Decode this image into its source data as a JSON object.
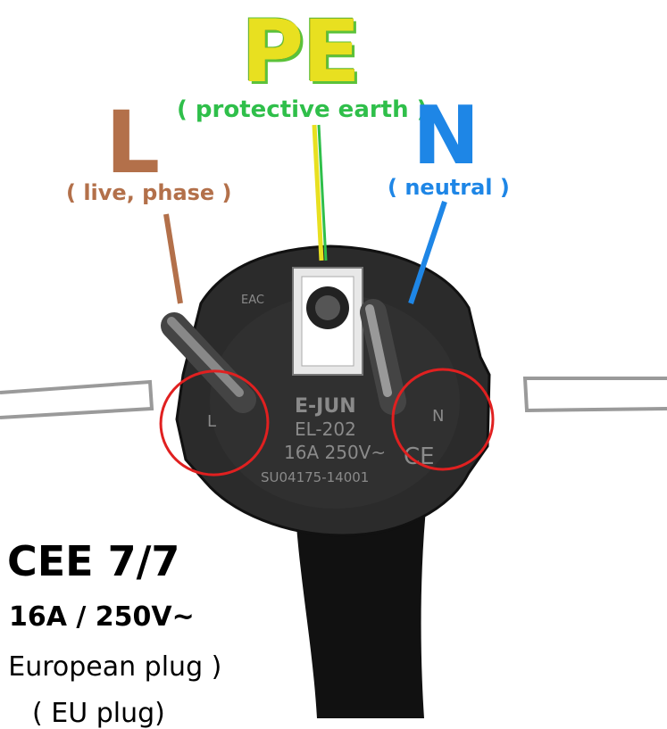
{
  "labels": {
    "pe_letter": "PE",
    "pe_sub": "( protective earth )",
    "l_letter": "L",
    "l_sub": "( live, phase )",
    "n_letter": "N",
    "n_sub": "( neutral )"
  },
  "caption": {
    "title": "CEE 7/7",
    "rating": "16A / 250V~",
    "type": "( European plug )",
    "eu": "( EU plug)"
  },
  "plug_markings": {
    "brand": "E-JUN",
    "model": "EL-202",
    "rating": "16A 250V~",
    "cert": "SU04175-14001",
    "left_pin_mark": "L",
    "right_pin_mark": "N",
    "eac": "EAC",
    "ce": "CE"
  },
  "colors": {
    "live": "#b3704a",
    "neutral": "#1e86e6",
    "earth_green": "#2fbf4a",
    "earth_yellow": "#e8e020",
    "highlight_circle": "#e02020"
  }
}
